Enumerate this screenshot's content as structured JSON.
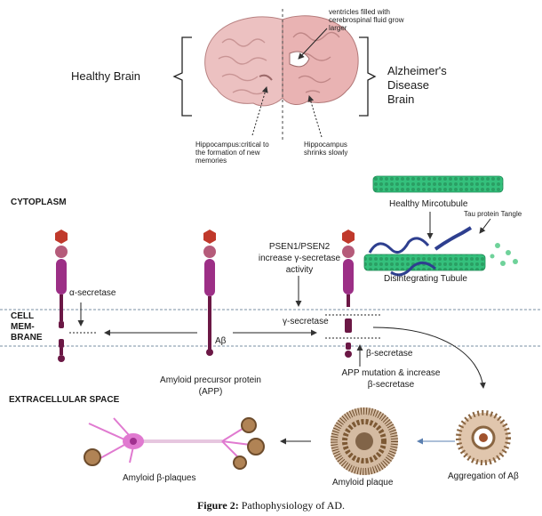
{
  "brain": {
    "healthy_label": "Healthy Brain",
    "ad_label_1": "Alzheimer's",
    "ad_label_2": "Disease",
    "ad_label_3": "Brain",
    "ventricles_note_1": "ventricles filled with",
    "ventricles_note_2": "cerebrospinal fluid grow",
    "ventricles_note_3": "larger",
    "hippo_healthy_1": "Hippocampus:critical to",
    "hippo_healthy_2": "the formation of new",
    "hippo_healthy_3": "memories",
    "hippo_ad_1": "Hippocampus",
    "hippo_ad_2": "shrinks slowly"
  },
  "regions": {
    "cytoplasm": "CYTOPLASM",
    "membrane_1": "CELL",
    "membrane_2": "MEM-",
    "membrane_3": "BRANE",
    "extracellular": "EXTRACELLULAR SPACE"
  },
  "pathway": {
    "alpha_secretase": "α-secretase",
    "abeta": "Aβ",
    "app_1": "Amyloid precursor protein",
    "app_2": "(APP)",
    "psen_1": "PSEN1/PSEN2",
    "psen_2": "increase γ-secretase",
    "psen_3": "activity",
    "gamma_secretase": "γ-secretase",
    "beta_secretase": "β-secretase",
    "app_mut_1": "APP mutation & increase",
    "app_mut_2": "β-secretase"
  },
  "tau": {
    "healthy_tubule": "Healthy Mircotubule",
    "tangle": "Tau protein Tangle",
    "disintegrating": "Disintegrating Tubule"
  },
  "plaques": {
    "aggregation": "Aggregation of Aβ",
    "amyloid_plaque": "Amyloid plaque",
    "beta_plaques": "Amyloid β-plaques"
  },
  "caption": {
    "label": "Figure 2:",
    "text": " Pathophysiology of AD."
  },
  "colors": {
    "membrane_line": "#7a8fa3",
    "protein_red": "#c0392b",
    "protein_purple": "#9c2f86",
    "protein_dark": "#6b1845",
    "tubule_green": "#2eb872",
    "tau_blue": "#2e3f8f",
    "plaque_brown": "#8a6642",
    "neuron_pink": "#e07ad0",
    "brain_pink": "#e8b7b7"
  }
}
